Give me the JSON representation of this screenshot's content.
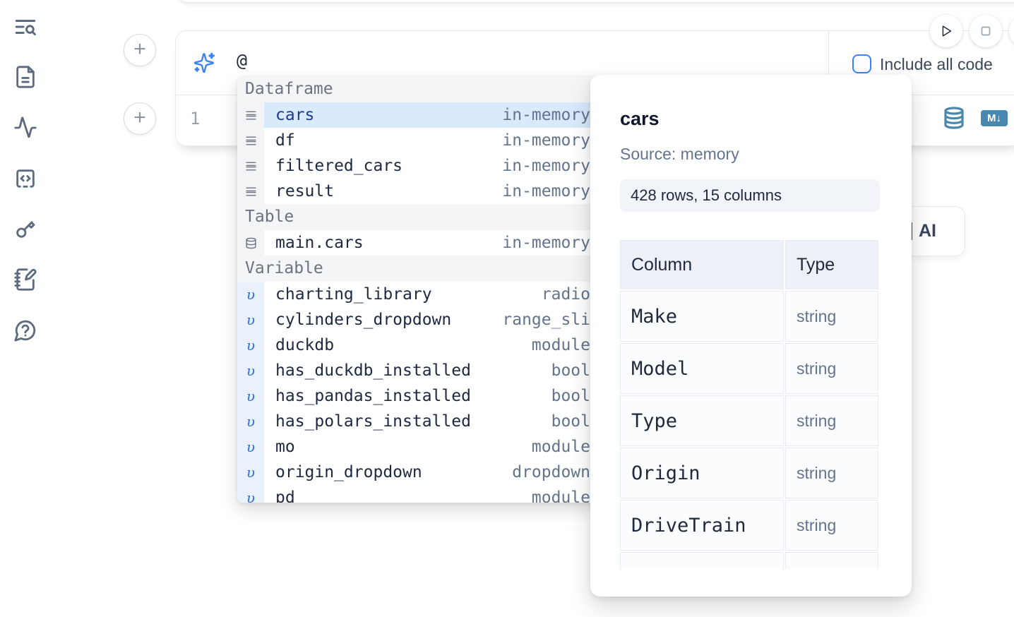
{
  "sidebar": {
    "icons": [
      "text-search-icon",
      "file-text-icon",
      "activity-icon",
      "snippets-code-icon",
      "key-icon",
      "notebook-pen-icon",
      "help-chat-icon"
    ]
  },
  "run_controls": {
    "icons": [
      "play-icon",
      "stop-icon",
      "partial-button"
    ]
  },
  "prompt": {
    "value": "@",
    "include_label": "Include all code",
    "checkbox_checked": false,
    "accent_color": "#3b82f6"
  },
  "code": {
    "line_number": "1",
    "markdown_badge": "M↓",
    "action_icons": [
      "database-icon",
      "markdown-convert-icon"
    ]
  },
  "ai_button": {
    "visible_label": "AI"
  },
  "autocomplete": {
    "sections": [
      {
        "label": "Dataframe",
        "icon": "rows-icon",
        "items": [
          {
            "name": "cars",
            "type": "in-memory",
            "selected": true
          },
          {
            "name": "df",
            "type": "in-memory"
          },
          {
            "name": "filtered_cars",
            "type": "in-memory"
          },
          {
            "name": "result",
            "type": "in-memory"
          }
        ]
      },
      {
        "label": "Table",
        "icon": "database-icon",
        "items": [
          {
            "name": "main.cars",
            "type": "in-memory"
          }
        ]
      },
      {
        "label": "Variable",
        "icon": "variable-icon",
        "items": [
          {
            "name": "charting_library",
            "type": "radio"
          },
          {
            "name": "cylinders_dropdown",
            "type": "range_sli"
          },
          {
            "name": "duckdb",
            "type": "module"
          },
          {
            "name": "has_duckdb_installed",
            "type": "bool"
          },
          {
            "name": "has_pandas_installed",
            "type": "bool"
          },
          {
            "name": "has_polars_installed",
            "type": "bool"
          },
          {
            "name": "mo",
            "type": "module"
          },
          {
            "name": "origin_dropdown",
            "type": "dropdown"
          },
          {
            "name": "pd",
            "type": "module"
          }
        ]
      }
    ],
    "selected_bg": "#d9eafd"
  },
  "preview": {
    "title": "cars",
    "source": "Source: memory",
    "shape": "428 rows, 15 columns",
    "table": {
      "headers": [
        "Column",
        "Type"
      ],
      "rows": [
        [
          "Make",
          "string"
        ],
        [
          "Model",
          "string"
        ],
        [
          "Type",
          "string"
        ],
        [
          "Origin",
          "string"
        ],
        [
          "DriveTrain",
          "string"
        ]
      ]
    }
  },
  "colors": {
    "steel_blue_icon": "#4a87ae",
    "sidebar_icon": "#5d6b80",
    "checkbox_border": "#3f83f8"
  }
}
